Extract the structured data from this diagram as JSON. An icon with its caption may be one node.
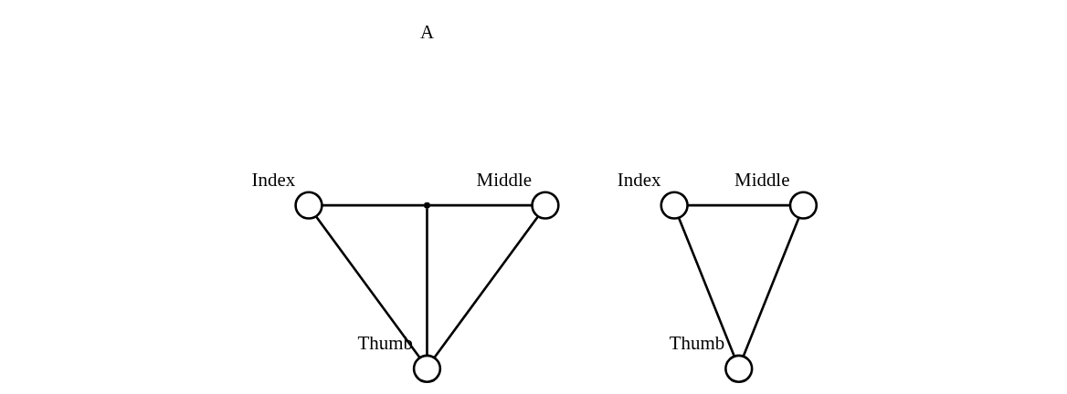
{
  "diagram": {
    "nodes": [
      {
        "text": [],
        "shape": "circle",
        "beside": [
          "Index"
        ]
      },
      {
        "text": [],
        "shape": "point"
      },
      {
        "text": [],
        "shape": "circle",
        "beside": [
          "Middle"
        ]
      },
      {
        "text": [],
        "shape": "circle",
        "beside": [
          "Thumb"
        ]
      },
      {
        "text": [],
        "shape": "circle",
        "beside": [
          "Index"
        ]
      },
      {
        "text": [],
        "shape": "circle",
        "beside": [
          "Middle"
        ]
      },
      {
        "text": [],
        "shape": "circle",
        "beside": [
          "Thumb"
        ]
      }
    ],
    "edges": [
      {
        "from": 0,
        "to": 1,
        "arrow": "none"
      },
      {
        "from": 1,
        "to": 2,
        "arrow": "none"
      },
      {
        "from": 0,
        "to": 3,
        "arrow": "none"
      },
      {
        "from": 1,
        "to": 3,
        "arrow": "none"
      },
      {
        "from": 2,
        "to": 3,
        "arrow": "none"
      },
      {
        "from": 4,
        "to": 5,
        "arrow": "none"
      },
      {
        "from": 4,
        "to": 6,
        "arrow": "none"
      },
      {
        "from": 5,
        "to": 6,
        "arrow": "none"
      }
    ],
    "labels": [
      "A"
    ]
  }
}
